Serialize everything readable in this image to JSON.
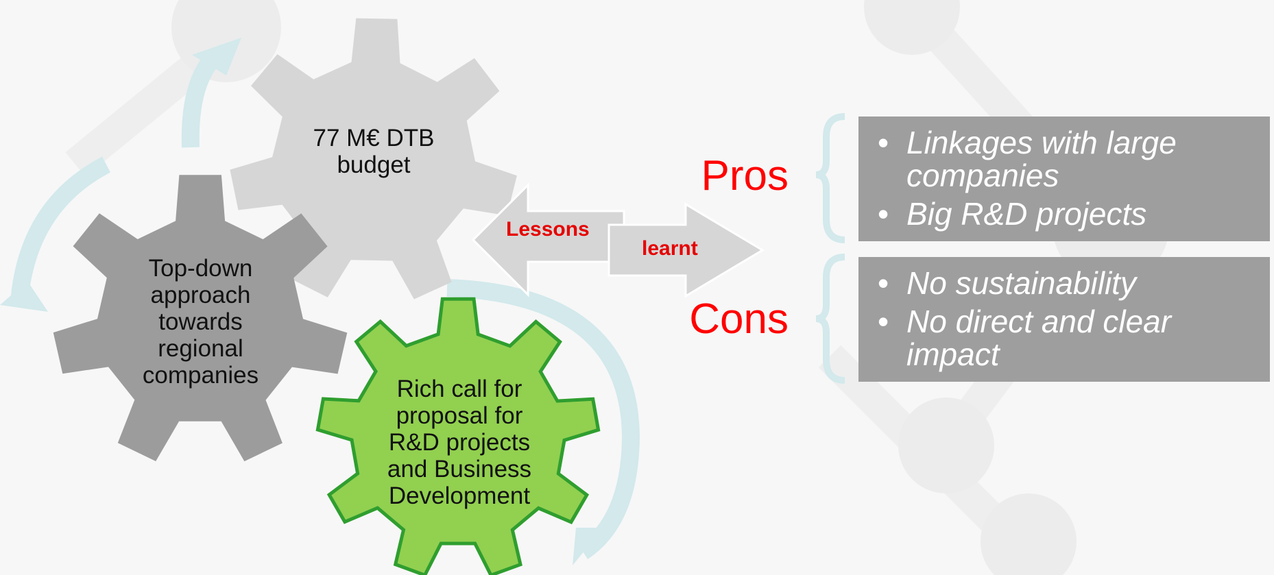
{
  "gears": {
    "budget": {
      "label": "77 M€ DTB budget"
    },
    "topdown": {
      "label": "Top-down approach towards regional companies"
    },
    "call": {
      "label": "Rich call for proposal for R&D projects and Business Development"
    }
  },
  "arrows": {
    "lessons": "Lessons",
    "learnt": "learnt"
  },
  "evaluation": {
    "pros": {
      "label": "Pros",
      "items": [
        "Linkages with large companies",
        "Big R&D projects"
      ]
    },
    "cons": {
      "label": "Cons",
      "items": [
        "No sustainability",
        "No direct and clear impact"
      ]
    }
  },
  "colors": {
    "gear_light": "#d6d6d6",
    "gear_dark": "#9c9c9c",
    "gear_green": "#92d050",
    "gear_green_border": "#2f9e2f",
    "cycle_arrow": "#d3e9ec",
    "accent_red": "#ff0000",
    "box_bg": "#9e9e9e"
  }
}
